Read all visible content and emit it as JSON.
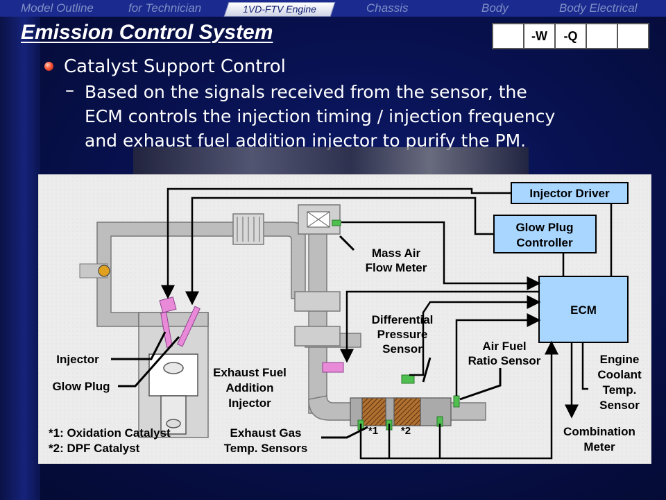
{
  "nav": {
    "tabs": [
      "Model Outline",
      "for Technician",
      "1VD-FTV Engine",
      "Chassis",
      "Body",
      "Body Electrical"
    ],
    "active": "1VD-FTV Engine"
  },
  "title": "Emission Control System",
  "codes": [
    "",
    "-W",
    "-Q",
    "",
    ""
  ],
  "heading": "Catalyst Support Control",
  "dash": "–",
  "body_lines": [
    "Based on the signals received from the sensor, the",
    "ECM controls the injection timing / injection frequency",
    "and exhaust fuel addition injector to purify the PM."
  ],
  "diagram": {
    "boxes": {
      "injector_driver": "Injector Driver",
      "glow_plug_controller": [
        "Glow Plug",
        "Controller"
      ],
      "ecm": "ECM"
    },
    "labels": {
      "mass_air_flow_meter": [
        "Mass Air",
        "Flow Meter"
      ],
      "differential_pressure_sensor": [
        "Differential",
        "Pressure",
        "Sensor"
      ],
      "air_fuel_ratio_sensor": [
        "Air Fuel",
        "Ratio Sensor"
      ],
      "exhaust_fuel_addition_injector": [
        "Exhaust Fuel",
        "Addition",
        "Injector"
      ],
      "engine_coolant_temp_sensor": [
        "Engine",
        "Coolant",
        "Temp.",
        "Sensor"
      ],
      "combination_meter": [
        "Combination",
        "Meter"
      ],
      "exhaust_gas_temp_sensors": [
        "Exhaust Gas",
        "Temp. Sensors"
      ],
      "injector": "Injector",
      "glow_plug": "Glow Plug",
      "cat1_mark": "*1",
      "cat2_mark": "*2"
    },
    "legend": [
      {
        "mark": "*1",
        "text": ": Oxidation Catalyst"
      },
      {
        "mark": "*2",
        "text": ": DPF Catalyst"
      }
    ]
  },
  "colors": {
    "background": "#07104a",
    "nav_bar": "#1b2a8f",
    "box_fill": "#a9d6ff",
    "diagram_bg": "#ececec",
    "injector_pink": "#e88ad8",
    "sensor_green": "#4fbf4f"
  }
}
